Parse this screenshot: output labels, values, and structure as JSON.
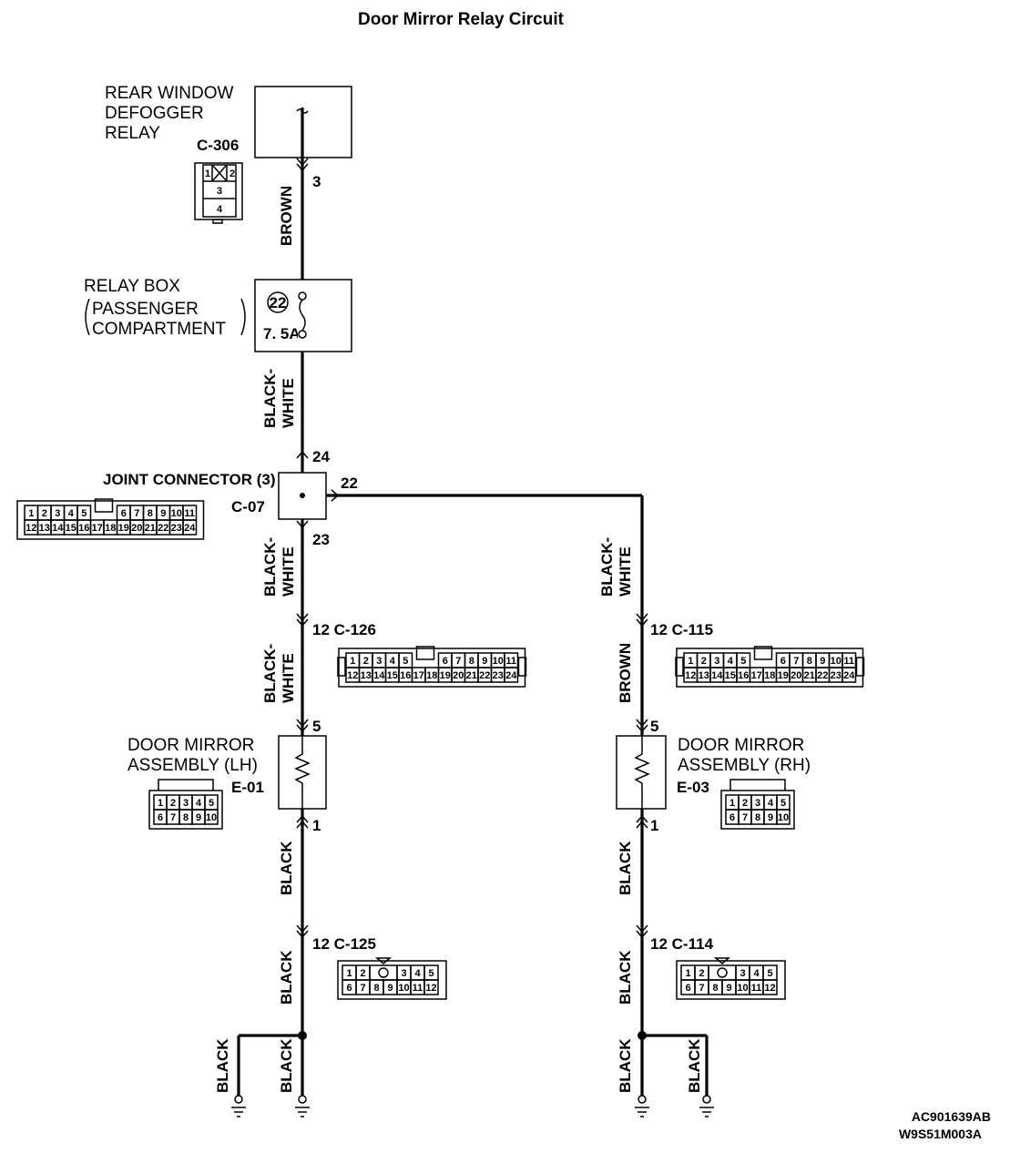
{
  "title": "Door Mirror Relay Circuit",
  "components": {
    "relay": {
      "lines": [
        "REAR WINDOW",
        "DEFOGGER",
        "RELAY"
      ],
      "connector": "C-306",
      "pin": "3",
      "pin_table": [
        "1",
        "2",
        "3",
        "4"
      ]
    },
    "relay_box": {
      "lines": [
        "RELAY BOX",
        "PASSENGER",
        "COMPARTMENT"
      ],
      "fuse_number": "22",
      "fuse_rating": "7. 5A"
    },
    "joint": {
      "label": "JOINT CONNECTOR (3)",
      "connector": "C-07",
      "pin_in": "24",
      "pin_right": "22",
      "pin_down": "23"
    },
    "lh_conn_mid": {
      "pin": "12",
      "connector": "C-126"
    },
    "rh_conn_mid": {
      "pin": "12",
      "connector": "C-115"
    },
    "lh_mirror": {
      "lines": [
        "DOOR MIRROR",
        "ASSEMBLY (LH)"
      ],
      "connector": "E-01",
      "pin_top": "5",
      "pin_bottom": "1"
    },
    "rh_mirror": {
      "lines": [
        "DOOR MIRROR",
        "ASSEMBLY (RH)"
      ],
      "connector": "E-03",
      "pin_top": "5",
      "pin_bottom": "1"
    },
    "lh_conn_low": {
      "pin": "12",
      "connector": "C-125"
    },
    "rh_conn_low": {
      "pin": "12",
      "connector": "C-114"
    }
  },
  "wires": {
    "brown": "BROWN",
    "black_white": [
      "BLACK-",
      "WHITE"
    ],
    "black": "BLACK"
  },
  "connector_pins": {
    "row24_top": [
      "1",
      "2",
      "3",
      "4",
      "5",
      "6",
      "7",
      "8",
      "9",
      "10",
      "11"
    ],
    "row24_bottom": [
      "12",
      "13",
      "14",
      "15",
      "16",
      "17",
      "18",
      "19",
      "20",
      "21",
      "22",
      "23",
      "24"
    ],
    "row10_top": [
      "1",
      "2",
      "3",
      "4",
      "5"
    ],
    "row10_bottom": [
      "6",
      "7",
      "8",
      "9",
      "10"
    ],
    "row12_top": [
      "1",
      "2",
      "3",
      "4",
      "5"
    ],
    "row12_bottom": [
      "6",
      "7",
      "8",
      "9",
      "10",
      "11",
      "12"
    ]
  },
  "codes": {
    "line1": "AC901639AB",
    "line2": "W9S51M003A"
  }
}
